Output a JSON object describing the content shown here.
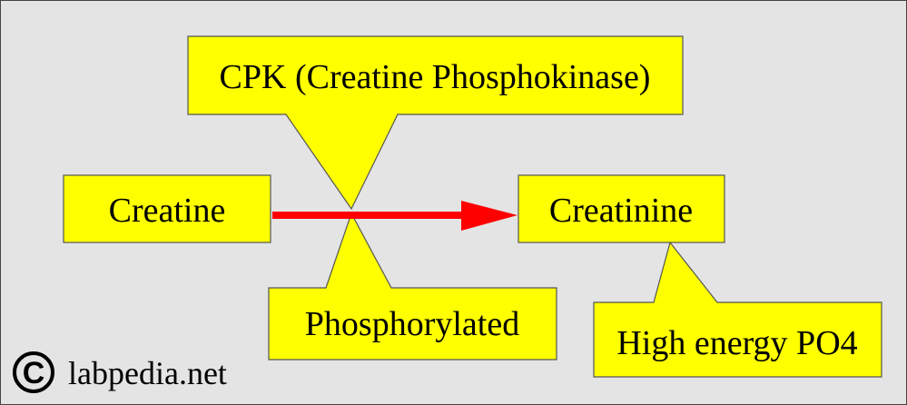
{
  "diagram": {
    "enzyme_label": "CPK (Creatine Phosphokinase)",
    "substrate_label": "Creatine",
    "product_label": "Creatinine",
    "process_label": "Phosphorylated",
    "note_label": "High energy PO4",
    "copyright_symbol": "©",
    "watermark": "labpedia.net"
  },
  "colors": {
    "background": "#e4e4e4",
    "box_fill": "#ffff00",
    "arrow": "#ff0000"
  }
}
